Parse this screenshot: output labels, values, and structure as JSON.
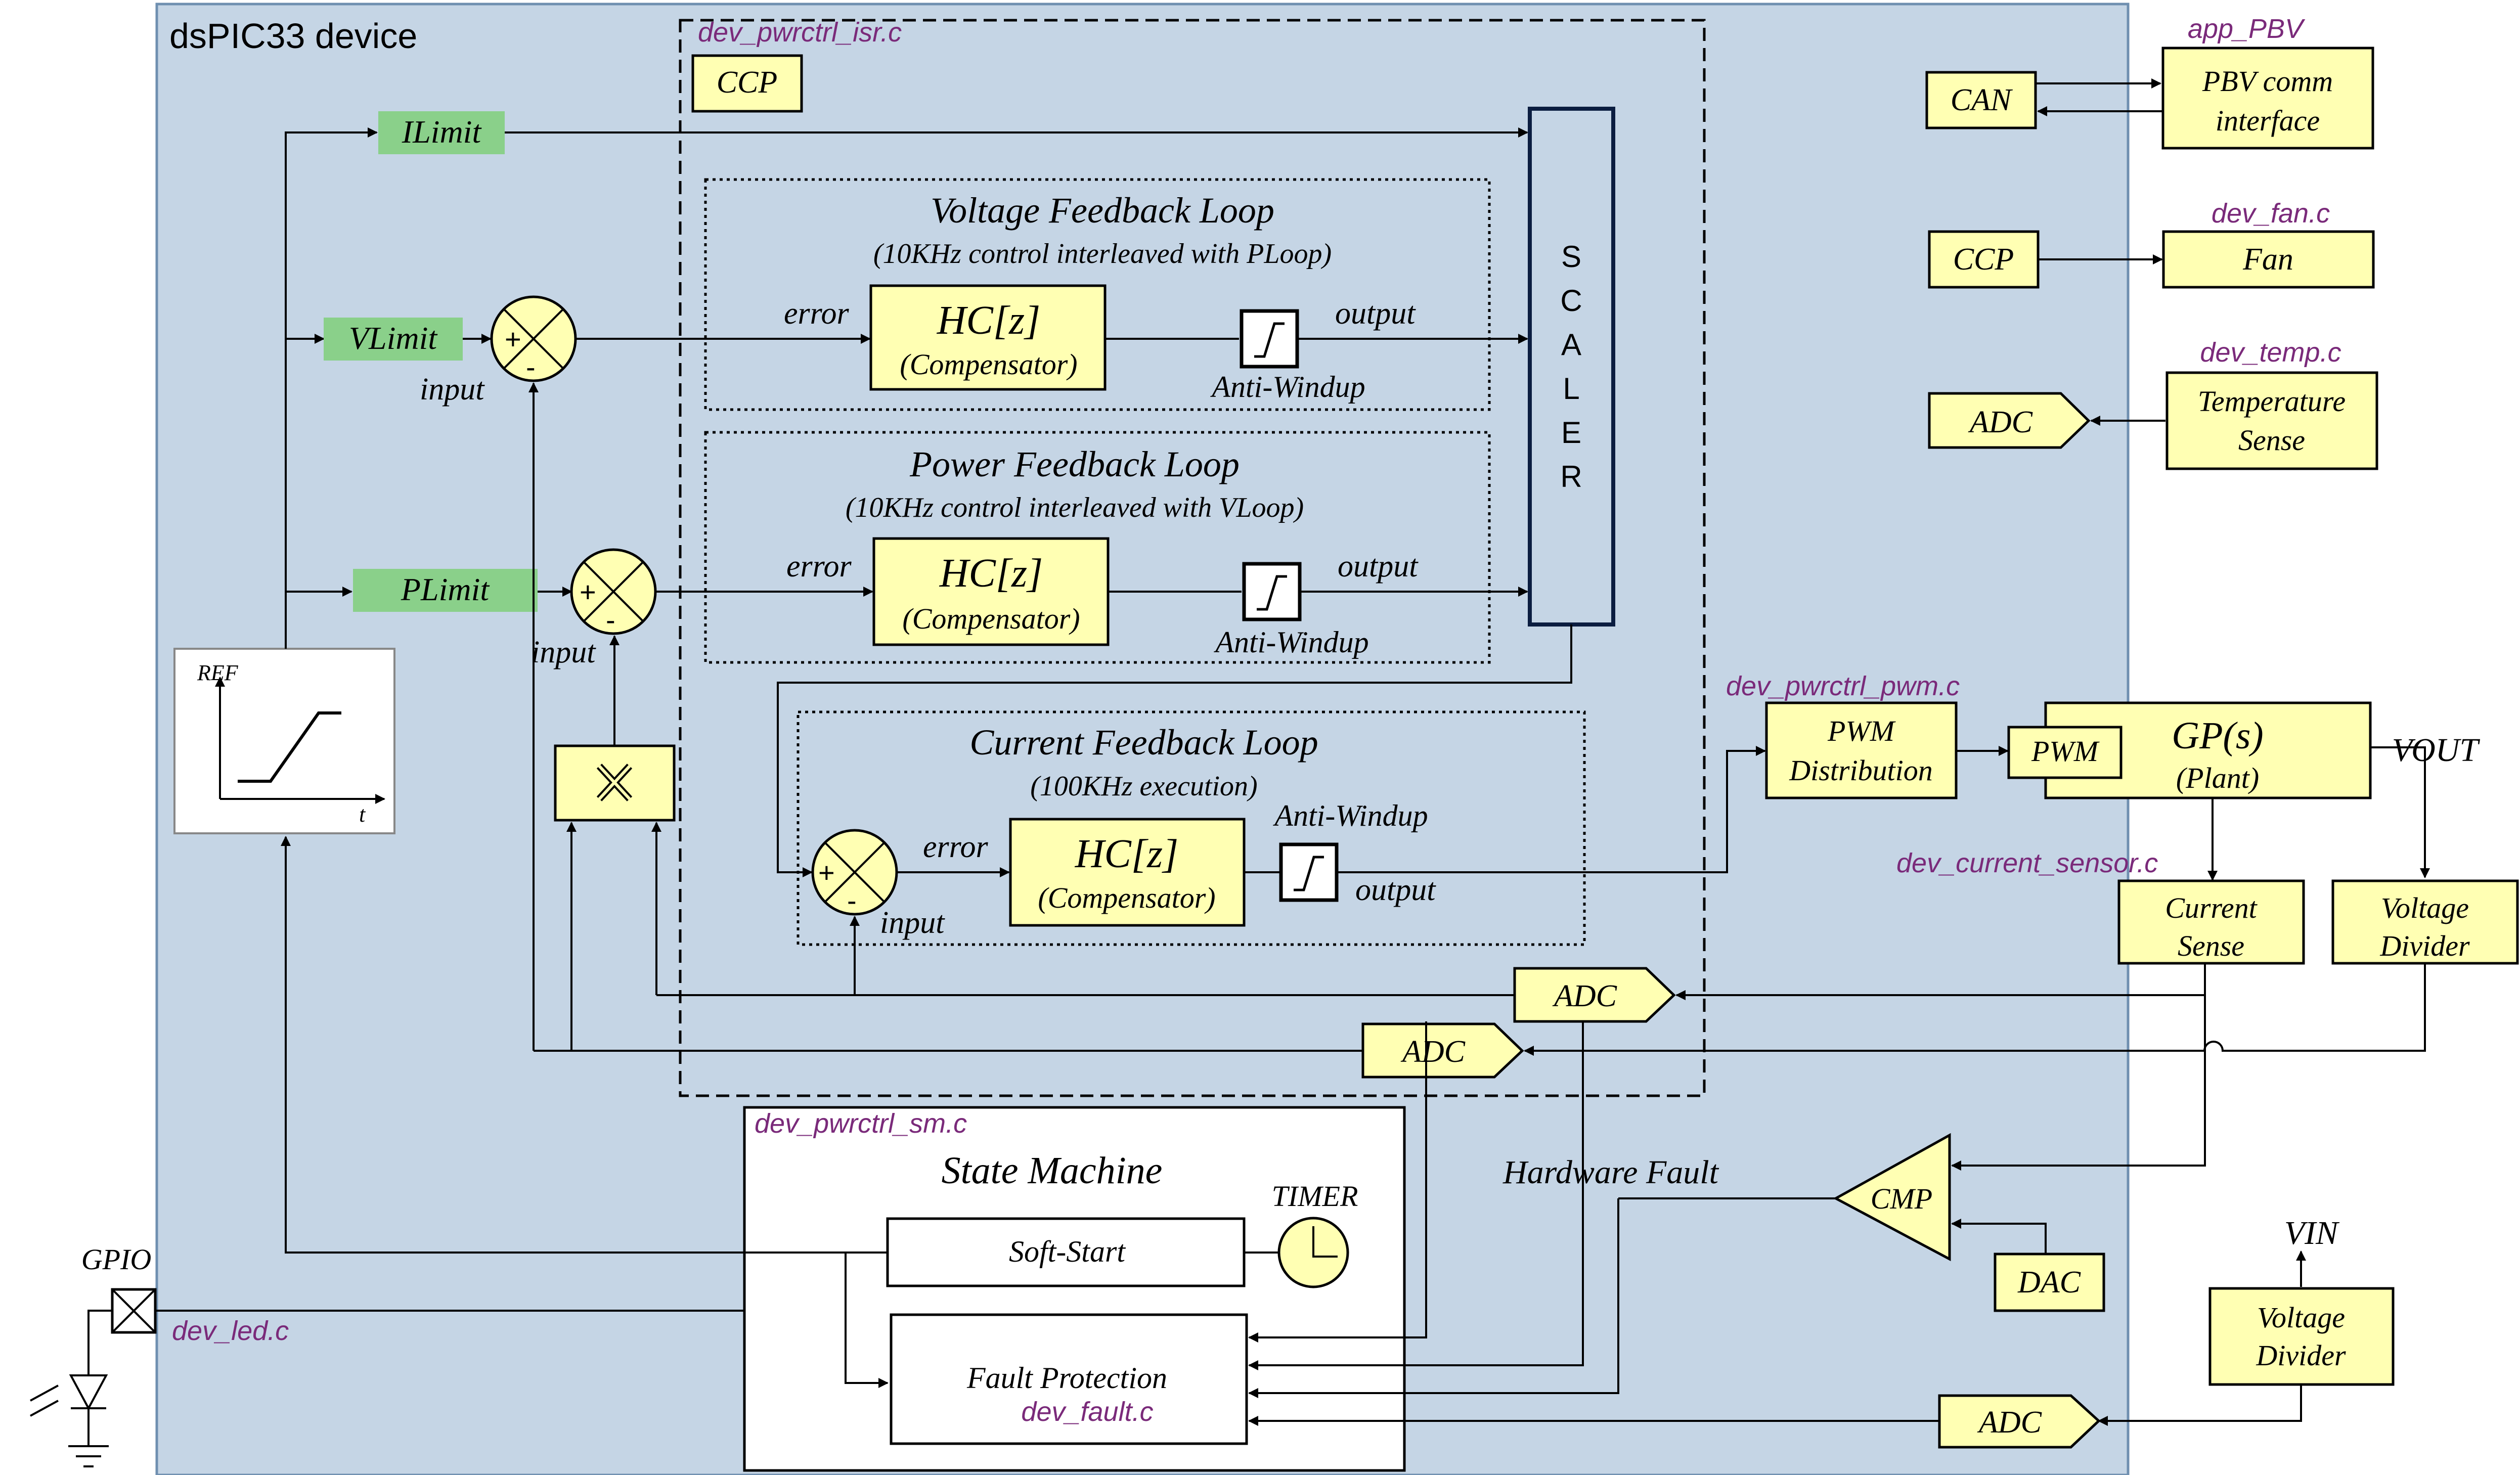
{
  "device": {
    "title": "dsPIC33 device"
  },
  "files": {
    "isr": "dev_pwrctrl_isr.c",
    "sm": "dev_pwrctrl_sm.c",
    "pwm": "dev_pwrctrl_pwm.c",
    "current_sensor": "dev_current_sensor.c",
    "led": "dev_led.c",
    "fault": "dev_fault.c",
    "pbv": "app_PBV",
    "fan": "dev_fan.c",
    "temp": "dev_temp.c"
  },
  "limits": {
    "ilimit": "ILimit",
    "vlimit": "VLimit",
    "plimit": "PLimit"
  },
  "ref_graph": {
    "ref_label": "REF",
    "t_label": "t"
  },
  "ccp_isr": "CCP",
  "scaler": [
    "S",
    "C",
    "A",
    "L",
    "E",
    "R"
  ],
  "loops": {
    "voltage": {
      "title": "Voltage Feedback Loop",
      "subtitle": "(10KHz control interleaved with PLoop)",
      "error": "error",
      "output": "output",
      "input": "input",
      "comp_main": "HC[z]",
      "comp_sub": "(Compensator)",
      "windup": "Anti-Windup"
    },
    "power": {
      "title": "Power Feedback Loop",
      "subtitle": "(10KHz control interleaved with VLoop)",
      "error": "error",
      "output": "output",
      "input": "input",
      "comp_main": "HC[z]",
      "comp_sub": "(Compensator)",
      "windup": "Anti-Windup"
    },
    "current": {
      "title": "Current Feedback Loop",
      "subtitle": "(100KHz execution)",
      "error": "error",
      "output": "output",
      "input": "input",
      "comp_main": "HC[z]",
      "comp_sub": "(Compensator)",
      "windup": "Anti-Windup"
    }
  },
  "sum_signs": {
    "plus": "+",
    "minus": "-"
  },
  "adc": "ADC",
  "state_machine": {
    "title": "State Machine",
    "soft_start": "Soft-Start",
    "fault_protection": "Fault Protection",
    "timer": "TIMER"
  },
  "hardware_fault": "Hardware Fault",
  "cmp": "CMP",
  "dac": "DAC",
  "gpio": "GPIO",
  "right_panel": {
    "can": "CAN",
    "pbv_line1": "PBV comm",
    "pbv_line2": "interface",
    "ccp": "CCP",
    "fan": "Fan",
    "adc": "ADC",
    "temp_line1": "Temperature",
    "temp_line2": "Sense"
  },
  "power_stage": {
    "pwm_dist_line1": "PWM",
    "pwm_dist_line2": "Distribution",
    "pwm": "PWM",
    "plant_main": "GP(s)",
    "plant_sub": "(Plant)",
    "vout": "VOUT",
    "current_sense_line1": "Current",
    "current_sense_line2": "Sense",
    "vdiv_line1": "Voltage",
    "vdiv_line2": "Divider",
    "vin": "VIN",
    "vin_div_line1": "Voltage",
    "vin_div_line2": "Divider",
    "adc": "ADC"
  },
  "colors": {
    "device_bg": "#c5d5e5",
    "block_fill": "#ffffb3",
    "limit_fill": "#8ad08a",
    "file_label": "#7a2a7a"
  }
}
